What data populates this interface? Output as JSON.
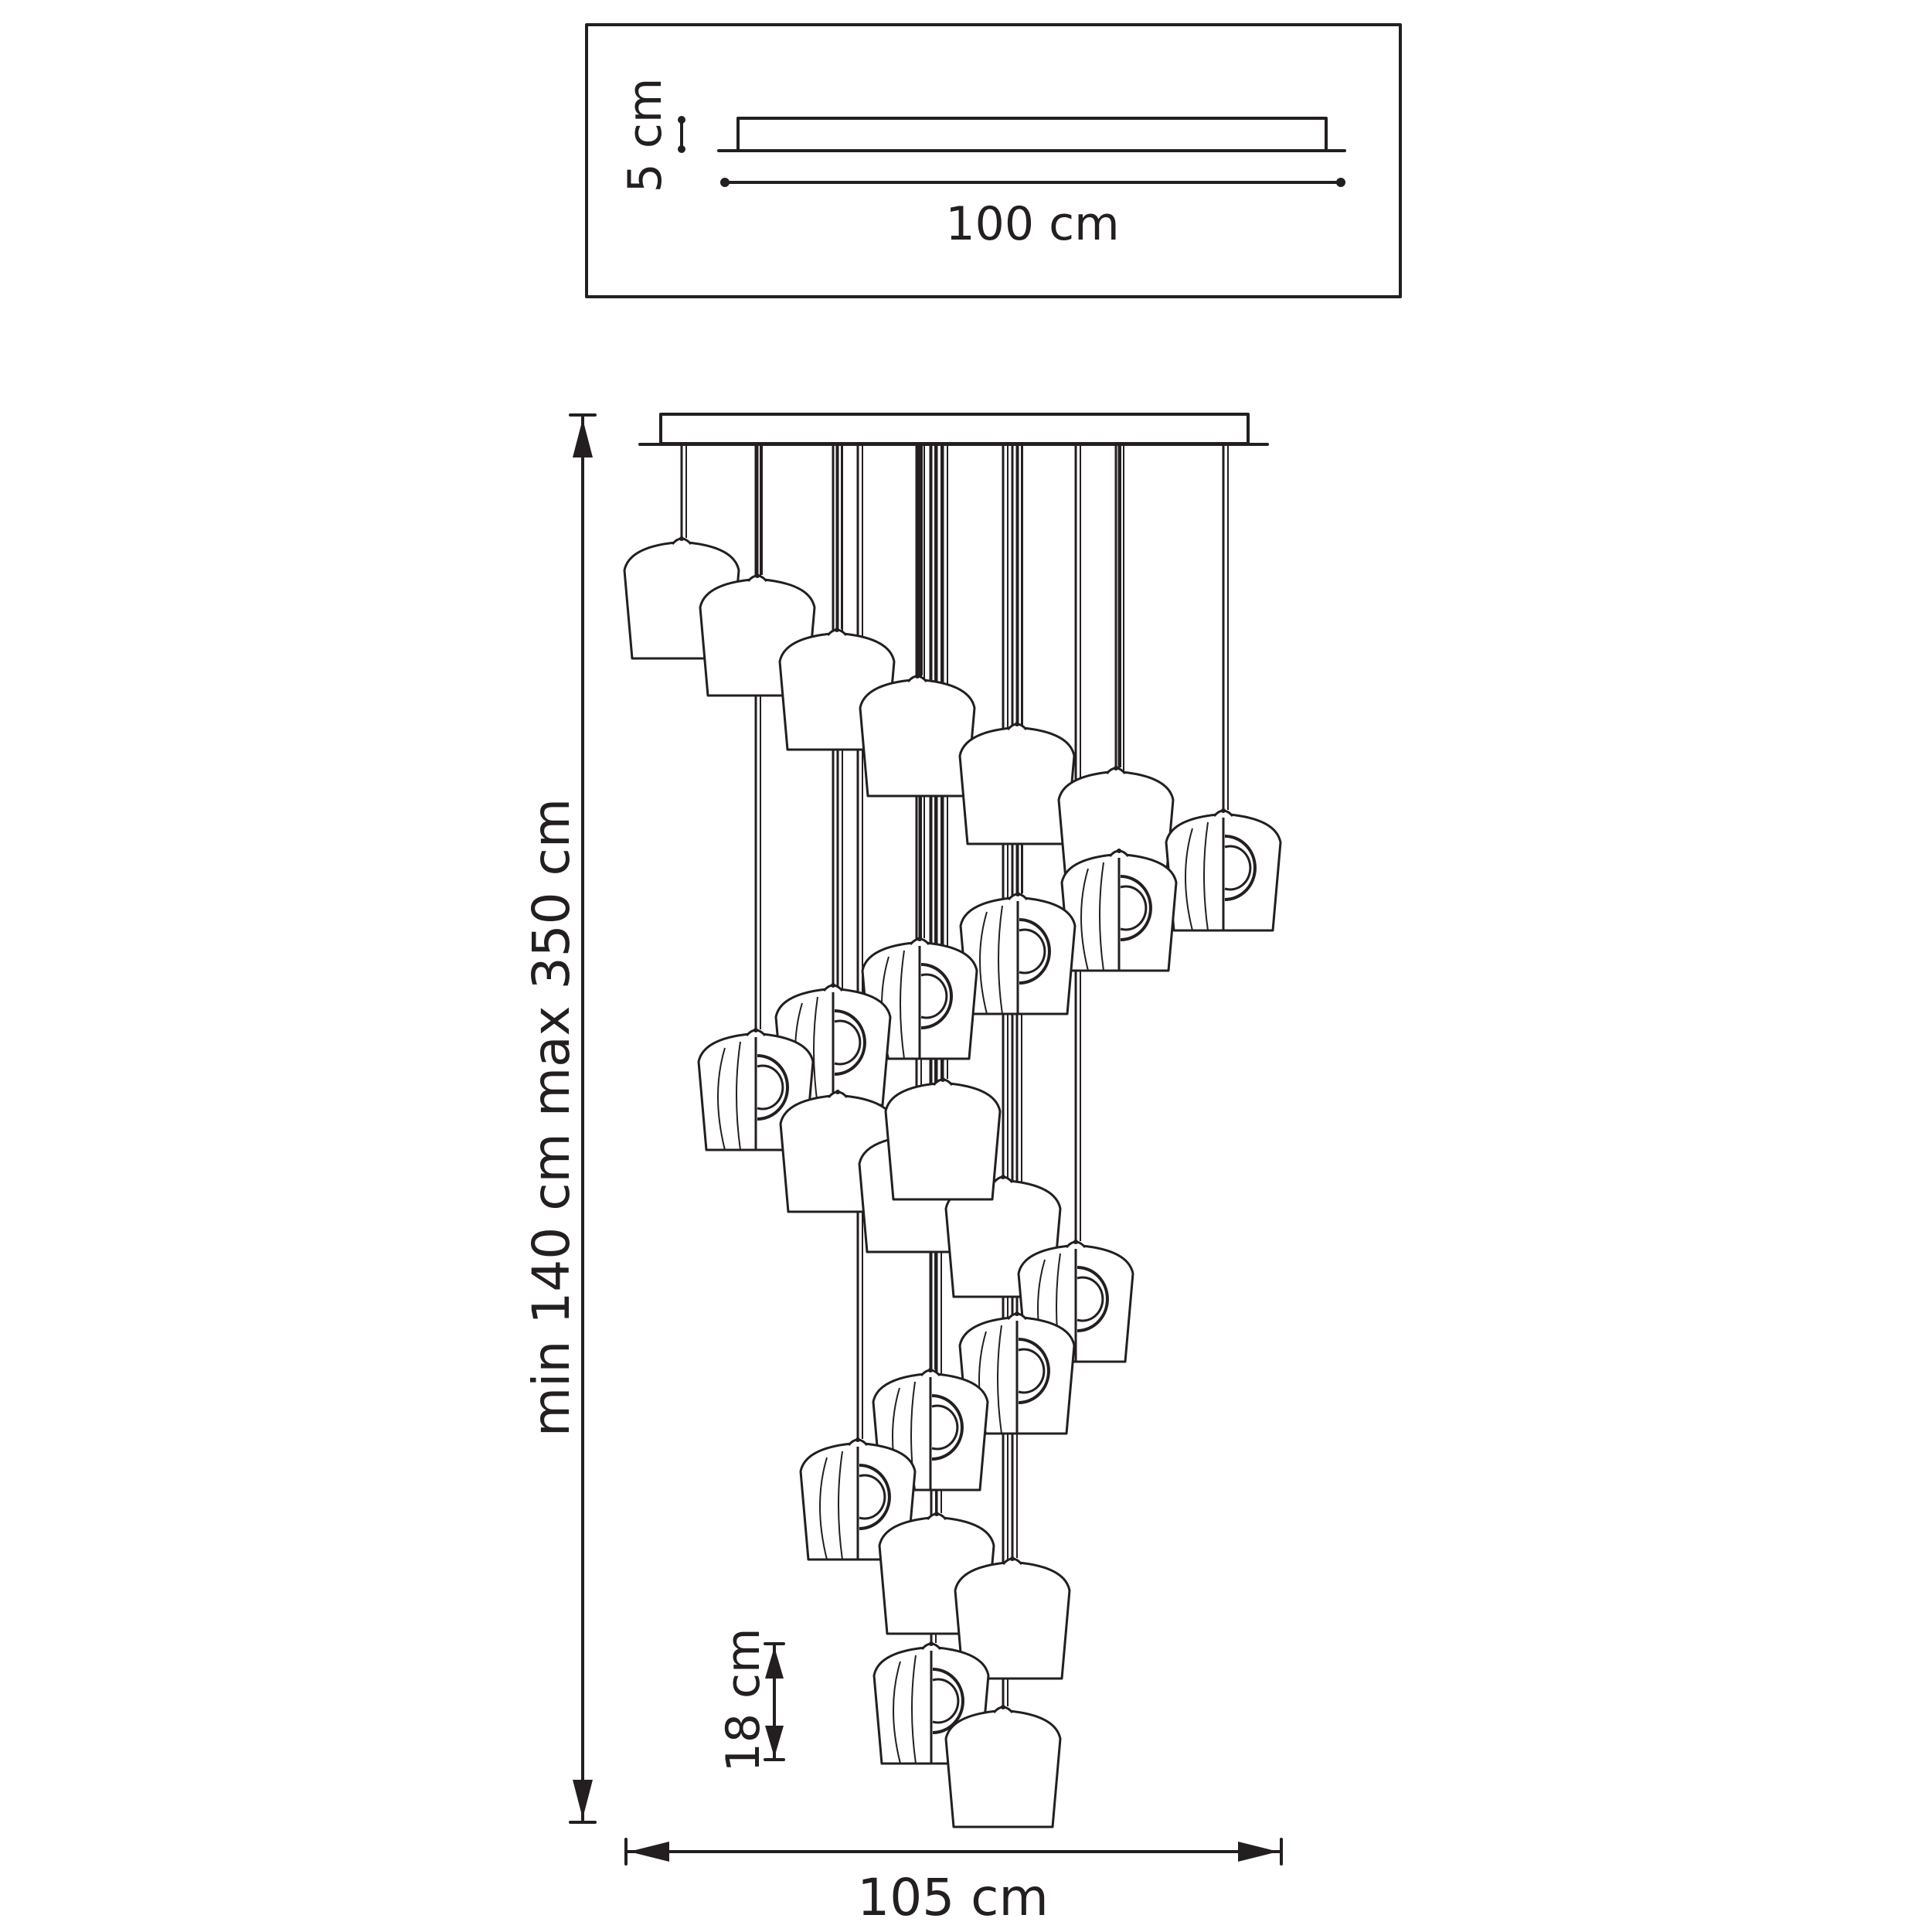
{
  "inset": {
    "depth_label": "5 cm",
    "width_label": "100 cm"
  },
  "main": {
    "height_label": "min 140 cm max 350 cm",
    "width_label": "105 cm",
    "shade_height_label": "18 cm"
  },
  "pendant_count": 24,
  "line_color": "#231f20"
}
